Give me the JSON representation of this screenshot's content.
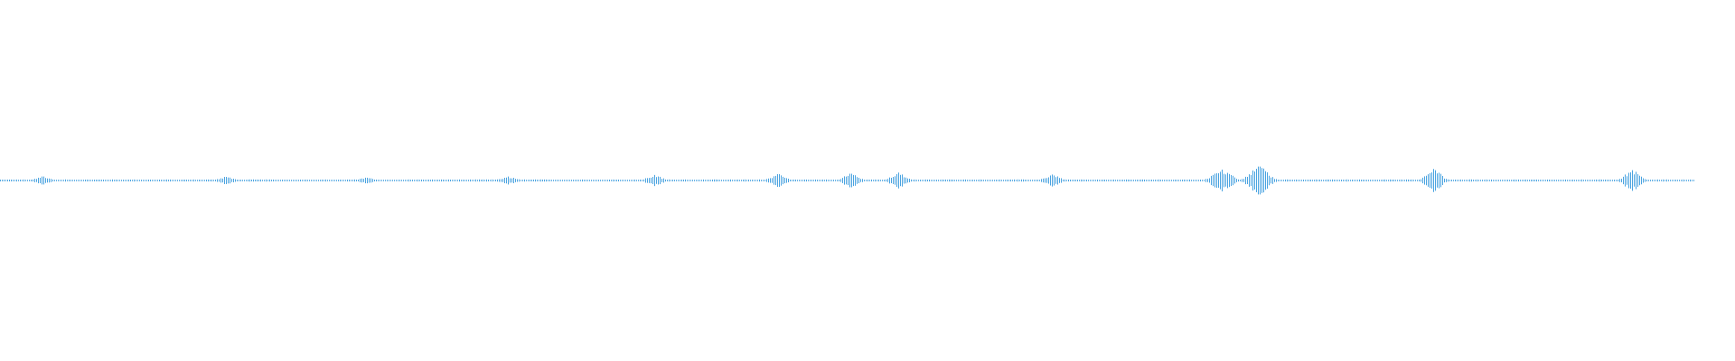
{
  "waveform": {
    "color": "#4aa3e0",
    "background": "#ffffff",
    "progress": 0,
    "peaks": [
      {
        "pos": 0.025,
        "amp": 0.2,
        "spread": 0.004
      },
      {
        "pos": 0.133,
        "amp": 0.18,
        "spread": 0.004
      },
      {
        "pos": 0.216,
        "amp": 0.14,
        "spread": 0.004
      },
      {
        "pos": 0.3,
        "amp": 0.2,
        "spread": 0.004
      },
      {
        "pos": 0.386,
        "amp": 0.28,
        "spread": 0.004
      },
      {
        "pos": 0.459,
        "amp": 0.32,
        "spread": 0.004
      },
      {
        "pos": 0.502,
        "amp": 0.34,
        "spread": 0.004
      },
      {
        "pos": 0.53,
        "amp": 0.4,
        "spread": 0.004
      },
      {
        "pos": 0.621,
        "amp": 0.3,
        "spread": 0.004
      },
      {
        "pos": 0.721,
        "amp": 0.55,
        "spread": 0.005
      },
      {
        "pos": 0.743,
        "amp": 0.7,
        "spread": 0.005
      },
      {
        "pos": 0.846,
        "amp": 0.58,
        "spread": 0.004
      },
      {
        "pos": 0.963,
        "amp": 0.52,
        "spread": 0.004
      }
    ]
  }
}
